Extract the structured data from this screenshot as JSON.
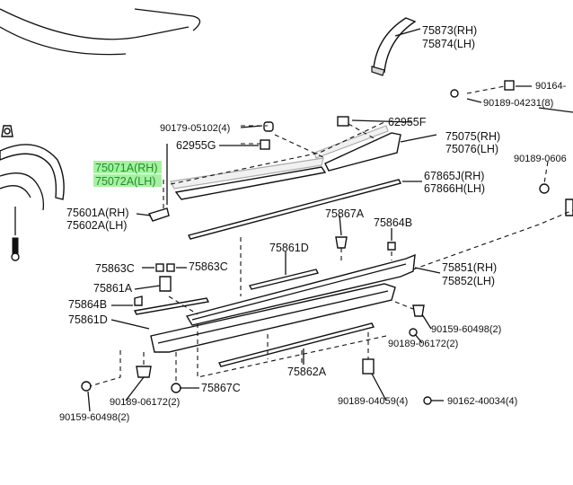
{
  "diagram": {
    "highlighted_labels": [
      "75071A(RH)",
      "75072A(LH)"
    ],
    "labels": [
      {
        "id": "p75873",
        "text": "75873(RH)"
      },
      {
        "id": "p75874",
        "text": "75874(LH)"
      },
      {
        "id": "p90164",
        "text": "90164-"
      },
      {
        "id": "p90189_04231",
        "text": "90189-04231(8)"
      },
      {
        "id": "p90179",
        "text": "90179-05102(4)"
      },
      {
        "id": "p62955F",
        "text": "62955F"
      },
      {
        "id": "p75075",
        "text": "75075(RH)"
      },
      {
        "id": "p75076",
        "text": "75076(LH)"
      },
      {
        "id": "p62955G",
        "text": "62955G"
      },
      {
        "id": "p90189_0606",
        "text": "90189-0606"
      },
      {
        "id": "p75071A",
        "text": "75071A(RH)"
      },
      {
        "id": "p75072A",
        "text": "75072A(LH)"
      },
      {
        "id": "p67865J",
        "text": "67865J(RH)"
      },
      {
        "id": "p67866H",
        "text": "67866H(LH)"
      },
      {
        "id": "p75601A",
        "text": "75601A(RH)"
      },
      {
        "id": "p75602A",
        "text": "75602A(LH)"
      },
      {
        "id": "p75867A",
        "text": "75867A"
      },
      {
        "id": "p75864B_top",
        "text": "75864B"
      },
      {
        "id": "p75861D_top",
        "text": "75861D"
      },
      {
        "id": "p75863C_left",
        "text": "75863C"
      },
      {
        "id": "p75863C_right",
        "text": "75863C"
      },
      {
        "id": "p75851",
        "text": "75851(RH)"
      },
      {
        "id": "p75852",
        "text": "75852(LH)"
      },
      {
        "id": "p75861A",
        "text": "75861A"
      },
      {
        "id": "p75864B_left",
        "text": "75864B"
      },
      {
        "id": "p75861D_left",
        "text": "75861D"
      },
      {
        "id": "p90159_right",
        "text": "90159-60498(2)"
      },
      {
        "id": "p90189_06172_right",
        "text": "90189-06172(2)"
      },
      {
        "id": "p75862A",
        "text": "75862A"
      },
      {
        "id": "p75867C",
        "text": "75867C"
      },
      {
        "id": "p90189_06172_left",
        "text": "90189-06172(2)"
      },
      {
        "id": "p90159_left",
        "text": "90159-60498(2)"
      },
      {
        "id": "p90189_04059",
        "text": "90189-04059(4)"
      },
      {
        "id": "p90162",
        "text": "90162-40034(4)"
      }
    ]
  }
}
